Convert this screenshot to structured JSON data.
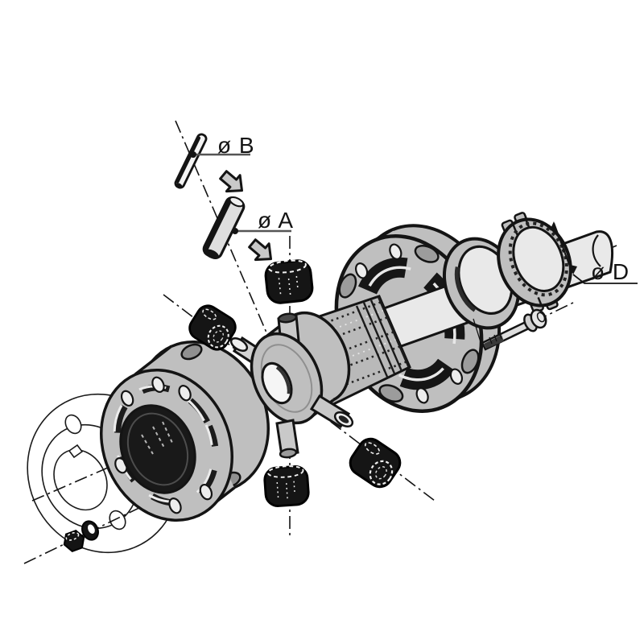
{
  "diagram": {
    "labels": {
      "dia_b": "ø B",
      "dia_a": "ø A",
      "dia_d": "ø D"
    },
    "colors": {
      "line": "#141414",
      "part_gray": "#bfbfbf",
      "part_gray_light": "#d9d9d9",
      "shaft_gray": "#e9e9e9",
      "rubber_black": "#151515",
      "leader_gray": "#555555",
      "background": "#ffffff"
    }
  }
}
